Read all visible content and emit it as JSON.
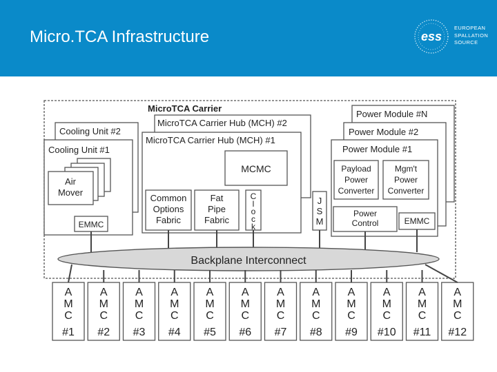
{
  "header": {
    "title": "Micro.TCA Infrastructure",
    "bg_color": "#0a8ac9"
  },
  "logo": {
    "mark_text": "ess",
    "lines": [
      "EUROPEAN",
      "SPALLATION",
      "SOURCE"
    ]
  },
  "diagram": {
    "carrier_label": "MicroTCA Carrier",
    "mch_back_label": "MicroTCA Carrier Hub (MCH) #2",
    "mch_front_label": "MicroTCA Carrier Hub (MCH) #1",
    "mcmc_label": "MCMC",
    "mch_fabrics": [
      [
        "Common",
        "Options",
        "Fabric"
      ],
      [
        "Fat",
        "Pipe",
        "Fabric"
      ]
    ],
    "clock_letters": [
      "C",
      "l",
      "o",
      "c",
      "k"
    ],
    "jsm_letters": [
      "J",
      "S",
      "M"
    ],
    "cooling_units": [
      "Cooling Unit #2",
      "Cooling Unit #1"
    ],
    "air_mover": [
      "Air",
      "Mover"
    ],
    "cooling_emmc": "EMMC",
    "power_modules": [
      "Power Module #N",
      "Power Module #2",
      "Power Module #1"
    ],
    "power_converters": [
      [
        "Payload",
        "Power",
        "Converter"
      ],
      [
        "Mgm't",
        "Power",
        "Converter"
      ]
    ],
    "power_control": [
      "Power",
      "Control"
    ],
    "power_emmc": "EMMC",
    "backplane_label": "Backplane Interconnect",
    "amc_letters": [
      "A",
      "M",
      "C"
    ],
    "amc_numbers": [
      "#1",
      "#2",
      "#3",
      "#4",
      "#5",
      "#6",
      "#7",
      "#8",
      "#9",
      "#10",
      "#11",
      "#12"
    ]
  }
}
